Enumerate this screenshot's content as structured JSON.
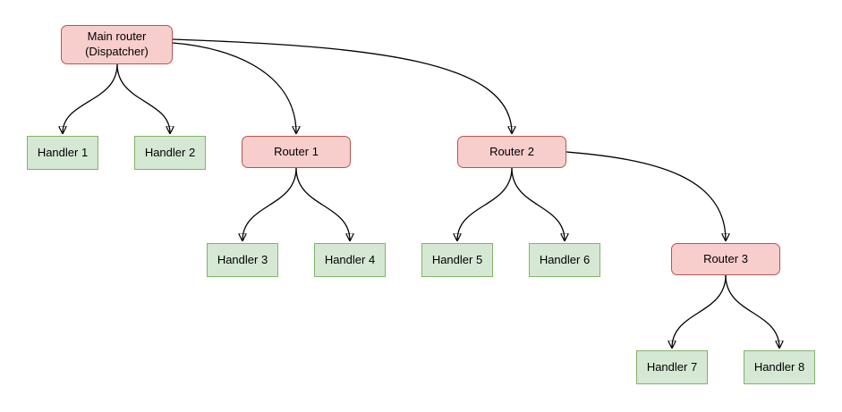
{
  "colors": {
    "background": "#ffffff",
    "router_fill": "#f8cecc",
    "router_border": "#b85450",
    "handler_fill": "#d5e8d4",
    "handler_border": "#82b366",
    "edge_stroke": "#000000",
    "text": "#000000"
  },
  "nodes": {
    "main_router": {
      "label": "Main router\n(Dispatcher)",
      "type": "router"
    },
    "handler1": {
      "label": "Handler 1",
      "type": "handler"
    },
    "handler2": {
      "label": "Handler 2",
      "type": "handler"
    },
    "router1": {
      "label": "Router 1",
      "type": "router"
    },
    "router2": {
      "label": "Router 2",
      "type": "router"
    },
    "handler3": {
      "label": "Handler 3",
      "type": "handler"
    },
    "handler4": {
      "label": "Handler 4",
      "type": "handler"
    },
    "handler5": {
      "label": "Handler 5",
      "type": "handler"
    },
    "handler6": {
      "label": "Handler 6",
      "type": "handler"
    },
    "router3": {
      "label": "Router 3",
      "type": "router"
    },
    "handler7": {
      "label": "Handler 7",
      "type": "handler"
    },
    "handler8": {
      "label": "Handler 8",
      "type": "handler"
    }
  },
  "edges": [
    {
      "from": "main_router",
      "to": "handler1"
    },
    {
      "from": "main_router",
      "to": "handler2"
    },
    {
      "from": "main_router",
      "to": "router1"
    },
    {
      "from": "main_router",
      "to": "router2"
    },
    {
      "from": "router1",
      "to": "handler3"
    },
    {
      "from": "router1",
      "to": "handler4"
    },
    {
      "from": "router2",
      "to": "handler5"
    },
    {
      "from": "router2",
      "to": "handler6"
    },
    {
      "from": "router2",
      "to": "router3"
    },
    {
      "from": "router3",
      "to": "handler7"
    },
    {
      "from": "router3",
      "to": "handler8"
    }
  ]
}
